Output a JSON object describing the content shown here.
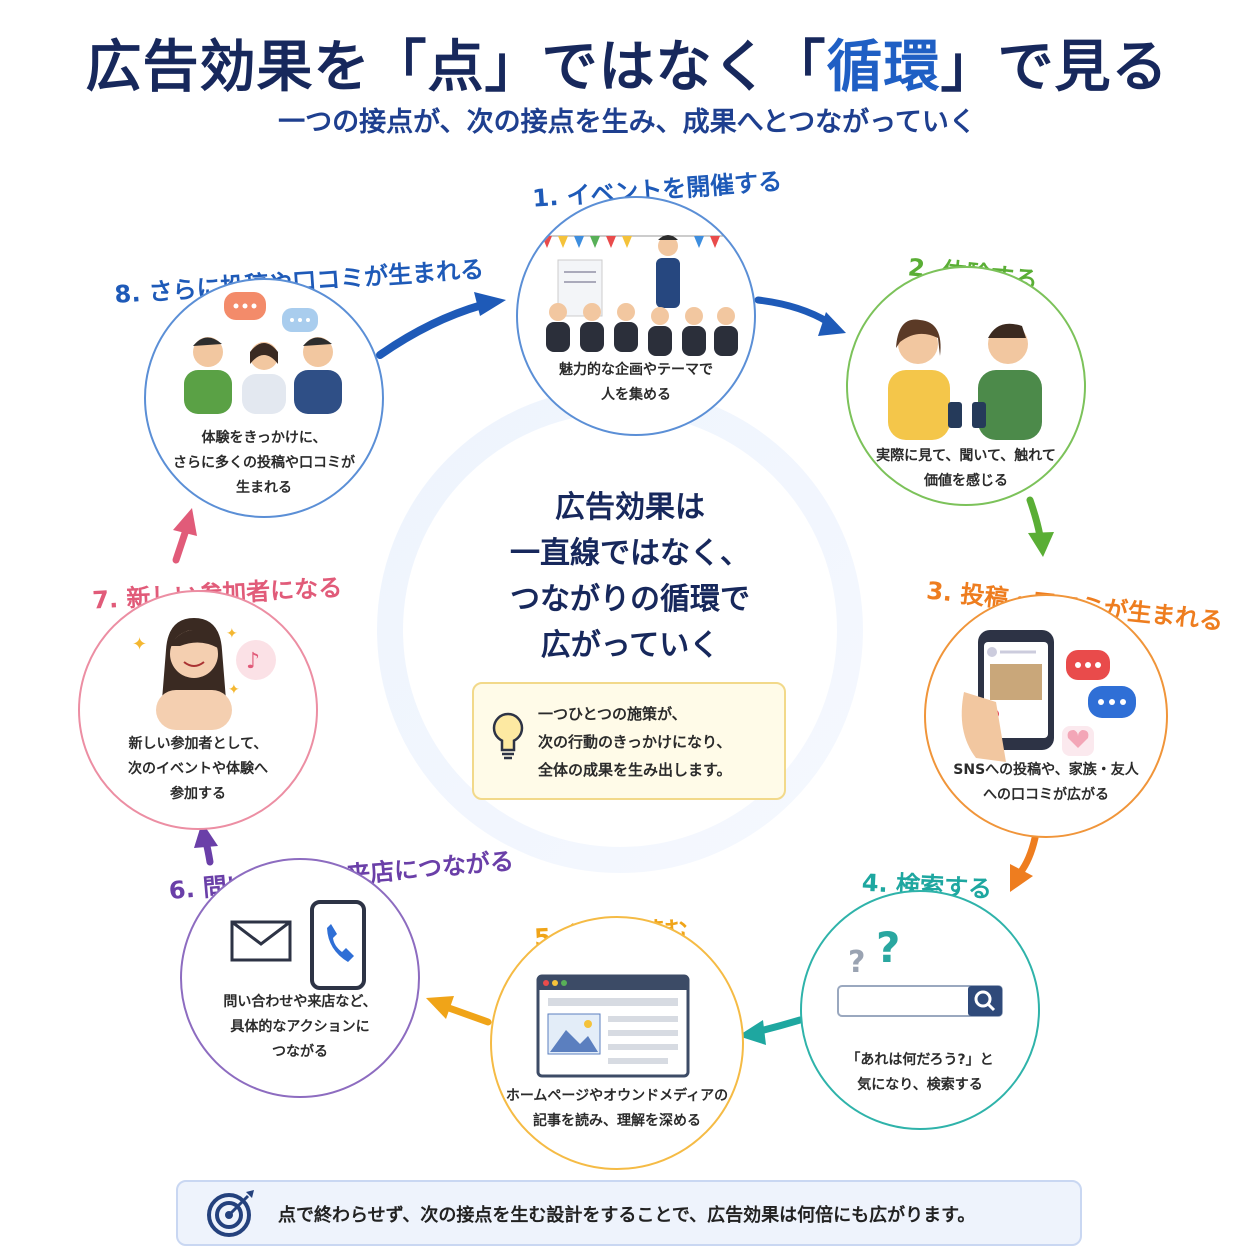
{
  "title_part1": "広告効果を「点」ではなく「",
  "title_accent": "循環",
  "title_part2": "」で見る",
  "subtitle": "一つの接点が、次の接点を生み、成果へとつながっていく",
  "colors": {
    "step1": "#1e5ab8",
    "step2": "#5aae35",
    "step3": "#ee7d1f",
    "step4": "#1ea7a0",
    "step5": "#f0a418",
    "step6": "#6a3fa8",
    "step7": "#e15b79",
    "step8": "#1e5ab8"
  },
  "steps": [
    {
      "label": "1. イベントを開催する",
      "caption": [
        "魅力的な企画やテーマで",
        "人を集める"
      ]
    },
    {
      "label": "2. 体験する",
      "caption": [
        "実際に見て、聞いて、触れて",
        "価値を感じる"
      ]
    },
    {
      "label": "3. 投稿・口コミが生まれる",
      "caption": [
        "SNSへの投稿や、家族・友人",
        "への口コミが広がる"
      ]
    },
    {
      "label": "4. 検索する",
      "caption": [
        "「あれは何だろう?」と",
        "気になり、検索する"
      ]
    },
    {
      "label": "5. 記事を読む",
      "caption": [
        "ホームページやオウンドメディアの",
        "記事を読み、理解を深める"
      ]
    },
    {
      "label": "6. 問い合わせ・来店につながる",
      "caption": [
        "問い合わせや来店など、",
        "具体的なアクションに",
        "つながる"
      ]
    },
    {
      "label": "7. 新しい参加者になる",
      "caption": [
        "新しい参加者として、",
        "次のイベントや体験へ",
        "参加する"
      ]
    },
    {
      "label": "8. さらに投稿や口コミが生まれる",
      "caption": [
        "体験をきっかけに、",
        "さらに多くの投稿や口コミが",
        "生まれる"
      ]
    }
  ],
  "center": {
    "lines": [
      "広告効果は",
      "一直線ではなく、",
      "つながりの循環で",
      "広がっていく"
    ]
  },
  "tip": {
    "lines": [
      "一つひとつの施策が、",
      "次の行動のきっかけになり、",
      "全体の成果を生み出します。"
    ]
  },
  "footer": "点で終わらせず、次の接点を生む設計をすることで、広告効果は何倍にも広がります。"
}
